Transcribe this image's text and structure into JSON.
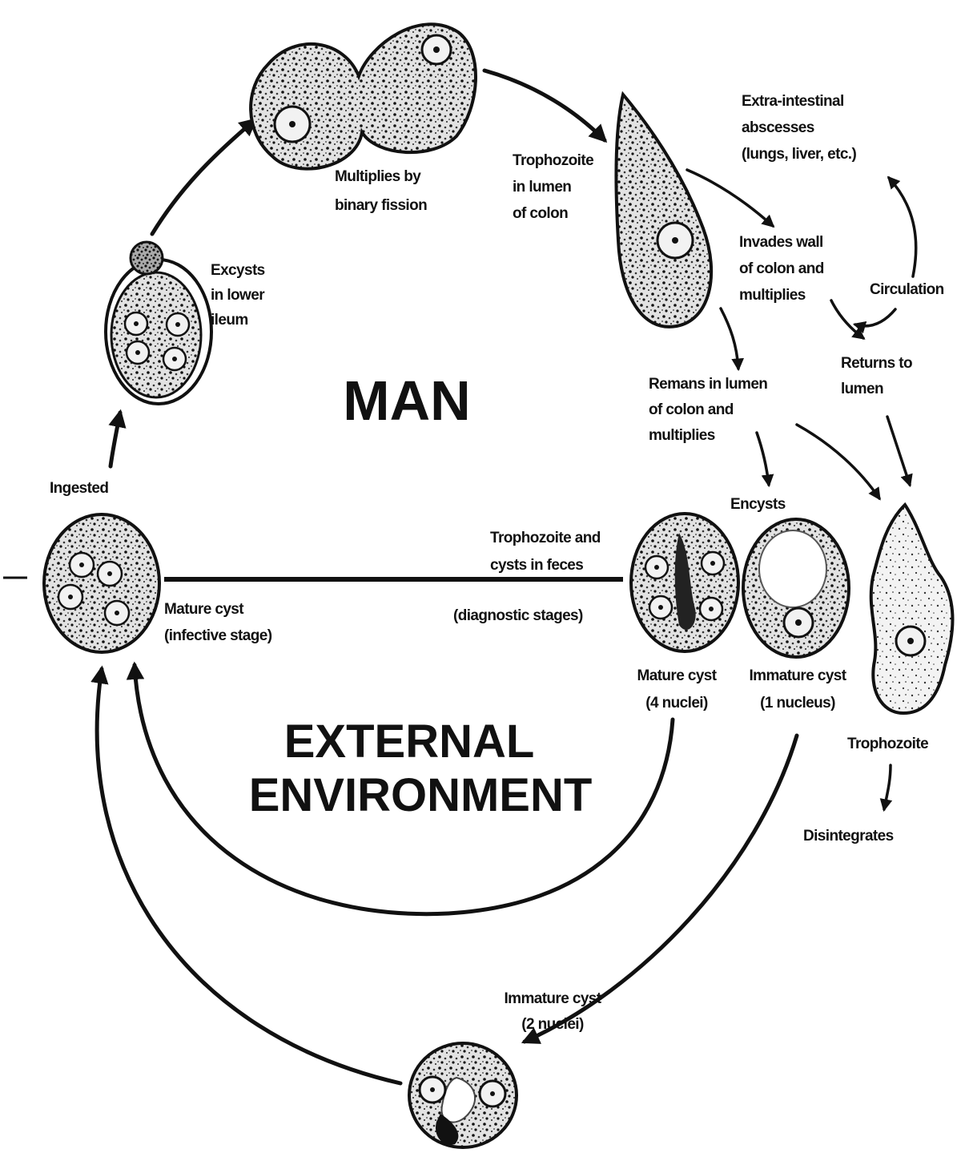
{
  "regions": {
    "man": "MAN",
    "external_line1": "EXTERNAL",
    "external_line2": "ENVIRONMENT"
  },
  "stages": {
    "multiplies": [
      "Multiplies by",
      "binary fission"
    ],
    "trophozoite_lumen": [
      "Trophozoite",
      "in lumen",
      "of colon"
    ],
    "extra_intestinal": [
      "Extra-intestinal",
      "abscesses",
      "(lungs, liver, etc.)"
    ],
    "invades_wall": [
      "Invades wall",
      "of colon and",
      "multiplies"
    ],
    "circulation": "Circulation",
    "returns_to_lumen": [
      "Returns to",
      "lumen"
    ],
    "remains_in_lumen": [
      "Remans in lumen",
      "of colon and",
      "multiplies"
    ],
    "encysts": "Encysts",
    "excysts": [
      "Excysts",
      "in lower",
      "ileum"
    ],
    "ingested": "Ingested",
    "troph_and_cysts_feces": [
      "Trophozoite and",
      "cysts in feces"
    ],
    "diagnostic_stages": "(diagnostic stages)",
    "mature_cyst_infective": [
      "Mature cyst",
      "(infective stage)"
    ],
    "mature_cyst_4": [
      "Mature cyst",
      "(4 nuclei)"
    ],
    "immature_cyst_1": [
      "Immature cyst",
      "(1 nucleus)"
    ],
    "trophozoite": "Trophozoite",
    "disintegrates": "Disintegrates",
    "immature_cyst_2": [
      "Immature cyst",
      "(2  nuclei)"
    ]
  }
}
